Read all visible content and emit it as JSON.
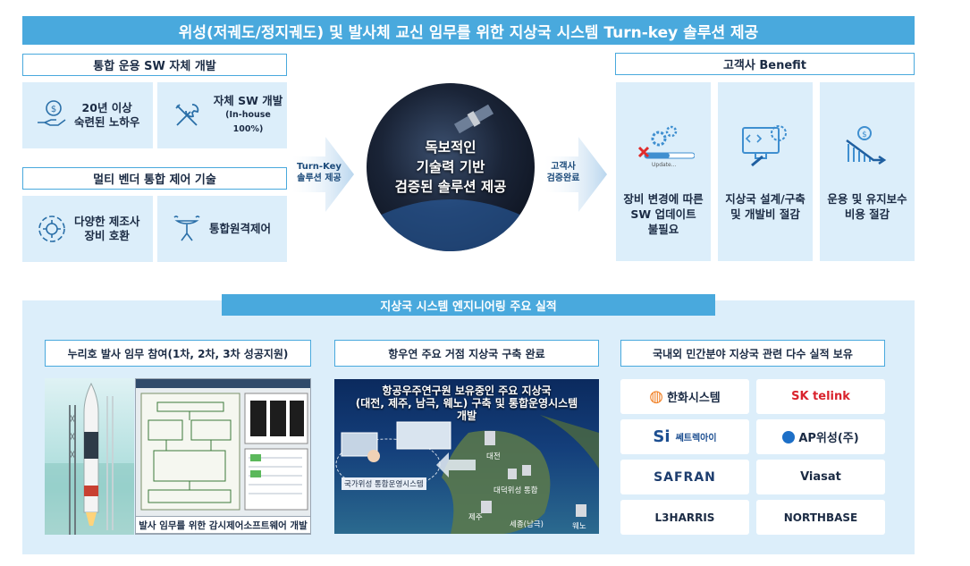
{
  "banner": {
    "title": "위성(저궤도/정지궤도) 및 발사체 교신 임무를 위한 지상국 시스템 Turn-key 솔루션 제공"
  },
  "left": {
    "section1_title": "통합 운용 SW 자체 개발",
    "tile1": {
      "line1": "20년 이상",
      "line2": "숙련된 노하우",
      "icon": "money-hand-icon"
    },
    "tile2": {
      "line1": "자체 SW 개발",
      "line2": "(In-house 100%)",
      "icon": "tools-icon"
    },
    "section2_title": "멀티 벤더 통합 제어 기술",
    "tile3": {
      "line1": "다양한 제조사",
      "line2": "장비 호환",
      "icon": "gear-cycle-icon"
    },
    "tile4": {
      "line1": "통합원격제어",
      "icon": "antenna-icon"
    }
  },
  "arrow1": {
    "line1": "Turn-Key",
    "line2": "솔루션 제공"
  },
  "center": {
    "line1": "독보적인",
    "line2": "기술력 기반",
    "line3": "검증된 솔루션 제공"
  },
  "arrow2": {
    "line1": "고객사",
    "line2": "검증완료"
  },
  "benefit": {
    "title": "고객사 Benefit",
    "items": [
      {
        "line1": "장비 변경에 따른",
        "line2": "SW 업데이트",
        "line3": "불필요",
        "update_caption": "Update..."
      },
      {
        "line1": "지상국 설계/구축",
        "line2": "및 개발비 절감"
      },
      {
        "line1": "운용 및 유지보수",
        "line2": "비용 절감"
      }
    ]
  },
  "engineering": {
    "title": "지상국 시스템 엔지니어링 주요 실적",
    "col1_title": "누리호 발사 임무 참여(1차, 2차, 3차 성공지원)",
    "col1_caption": "발사 임무를 위한 감시제어소프트웨어 개발",
    "col2_title": "항우연 주요 거점 지상국 구축 완료",
    "col2_map_text": [
      "항공우주연구원 보유중인 주요 지상국",
      "(대전, 제주, 남극, 웨노) 구축 및 통합운영시스템",
      "개발"
    ],
    "col2_labels": [
      "국가위성 통합운영시스템",
      "대전",
      "대덕위성 통합",
      "제주",
      "세종(남극)",
      "웨노"
    ],
    "col3_title": "국내외 민간분야 지상국 관련 다수 실적 보유",
    "logos": [
      "한화시스템",
      "SK telink",
      "쎄트렉아이",
      "AP위성(주)",
      "SAFRAN",
      "Viasat",
      "L3HARRIS",
      "NORTHBASE"
    ]
  },
  "colors": {
    "accent": "#49a9dd",
    "tile_bg": "#dceefa",
    "text": "#1b2b44"
  }
}
